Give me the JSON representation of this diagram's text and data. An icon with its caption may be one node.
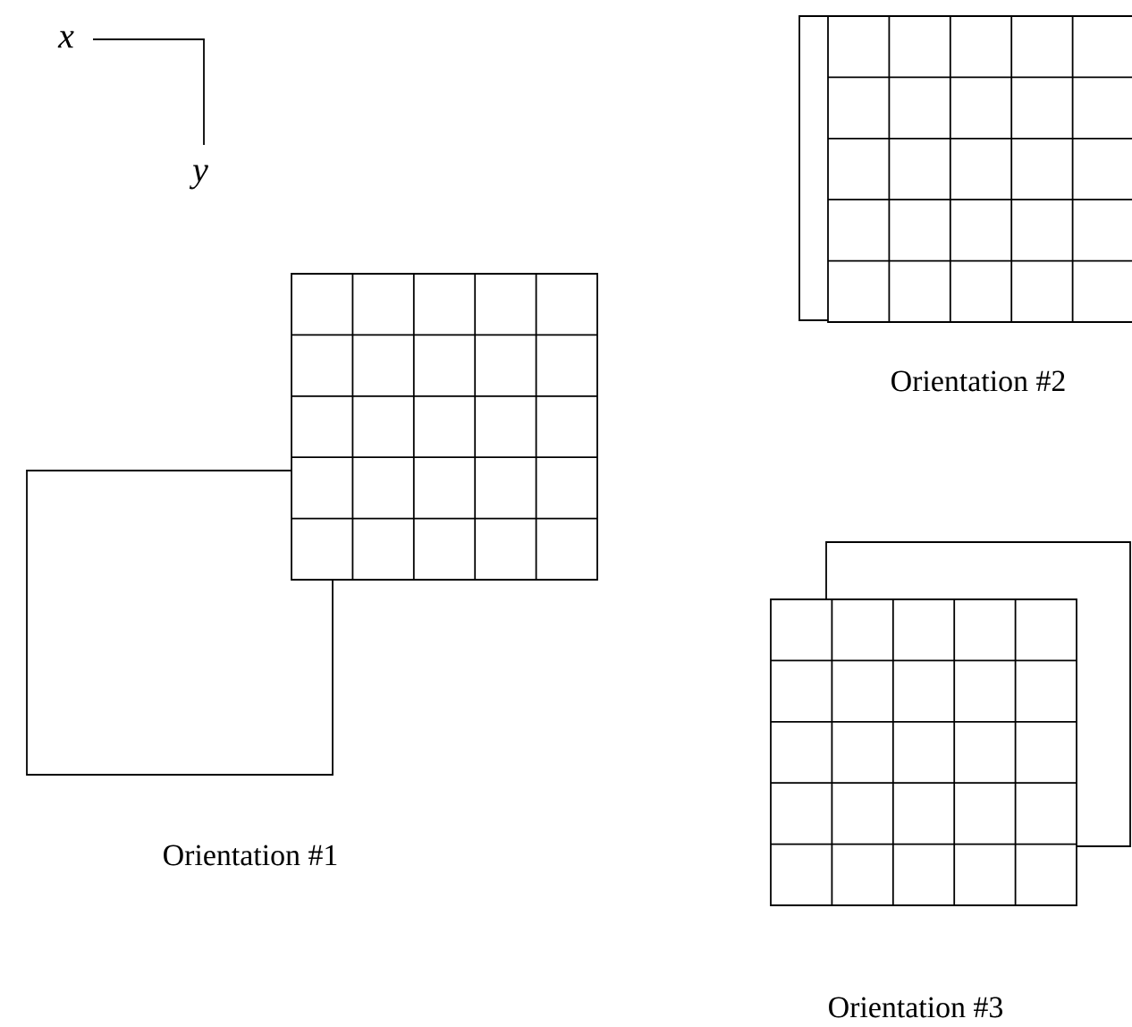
{
  "diagram": {
    "labels": [
      "x",
      "y",
      "Orientation #2",
      "Orientation #1",
      "Orientation #3"
    ]
  }
}
